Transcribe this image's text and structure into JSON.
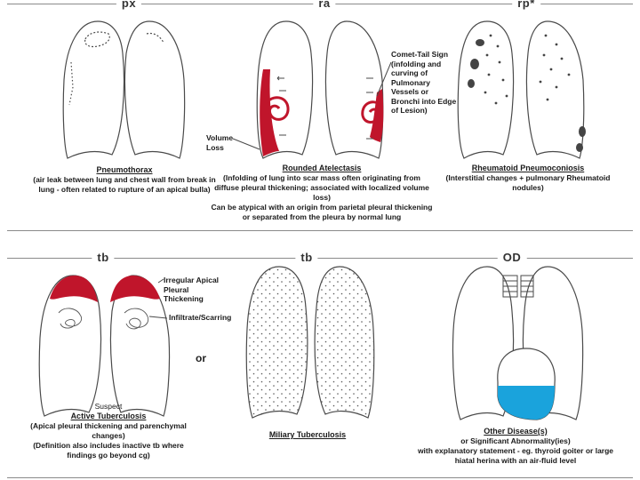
{
  "headers": {
    "px": "px",
    "ra": "ra",
    "rp": "rp*",
    "tb1": "tb",
    "tb2": "tb",
    "od": "OD"
  },
  "px": {
    "title": "Pneumothorax",
    "desc": "(air leak between lung and chest wall from break in lung - often related to rupture of an apical bulla)"
  },
  "ra": {
    "title": "Rounded Atelectasis",
    "desc": "(Infolding of lung into scar mass often originating from diffuse pleural thickening; associated with localized volume loss)",
    "desc2": "Can be atypical with an origin from parietal pleural thickening or separated from the pleura by normal lung",
    "volume_loss": "Volume Loss",
    "comet_tail": "Comet-Tail Sign (infolding and curving of Pulmonary Vessels or Bronchi into Edge of Lesion)"
  },
  "rp": {
    "title": "Rheumatoid Pneumoconiosis",
    "desc": "(Interstitial changes + pulmonary Rheumatoid nodules)"
  },
  "tb": {
    "title_prefix": "Suspect",
    "title": "Active Tuberculosis",
    "desc": "(Apical pleural thickening and parenchymal changes)",
    "desc2": "(Definition also includes inactive tb where findings go beyond cg)",
    "irregular": "Irregular Apical Pleural Thickening",
    "infiltrate": "Infiltrate/Scarring",
    "or": "or"
  },
  "miliary": {
    "title": "Miliary Tuberculosis"
  },
  "od": {
    "title": "Other Disease(s)",
    "desc": "or Significant Abnormality(ies)",
    "desc2": "with explanatory statement - eg. thyroid goiter or large hiatal herina with an air-fluid level"
  },
  "colors": {
    "red": "#c0152b",
    "blue": "#1aa3dc",
    "line": "#4a4a4a"
  }
}
